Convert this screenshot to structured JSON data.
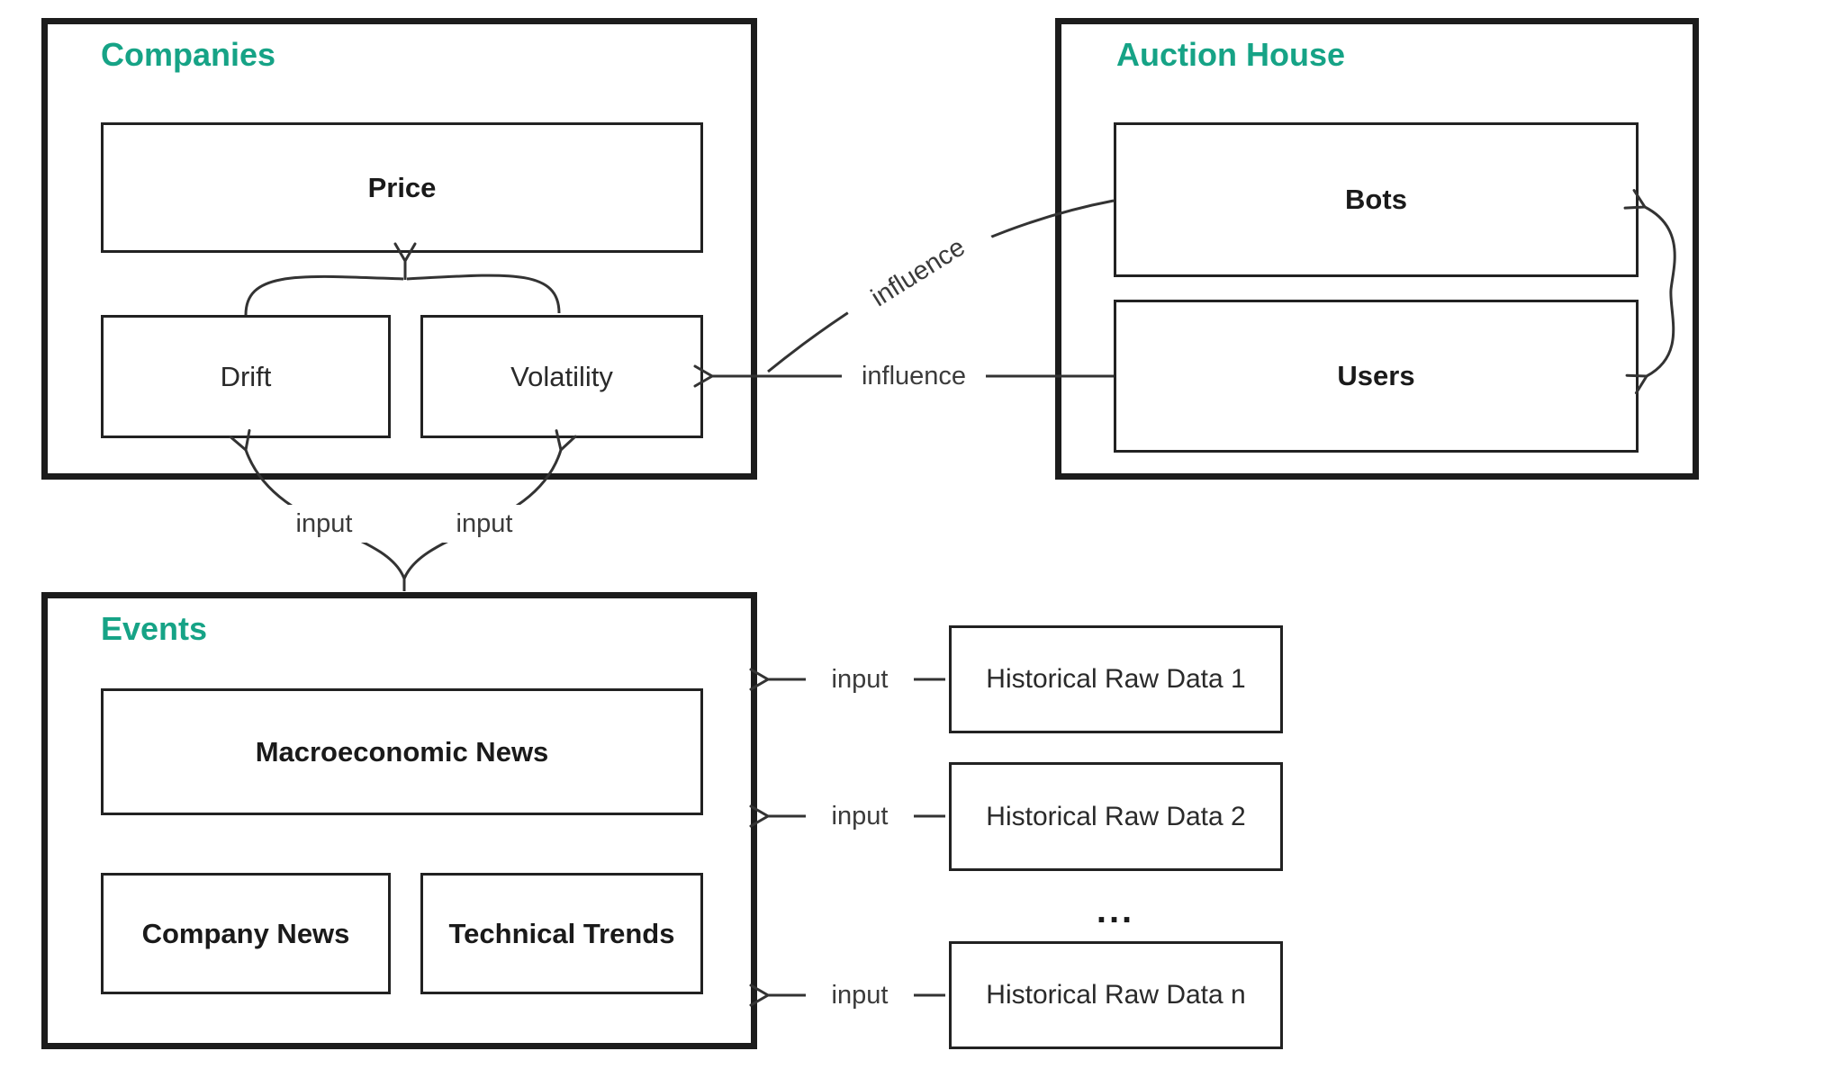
{
  "colors": {
    "accent": "#16a386",
    "line": "#333333",
    "border": "#1c1c1c",
    "edge_label_text": "#3b3b3b",
    "background": "#ffffff"
  },
  "groups": {
    "companies": {
      "title": "Companies"
    },
    "auction_house": {
      "title": "Auction House"
    },
    "events": {
      "title": "Events"
    }
  },
  "nodes": {
    "price": "Price",
    "drift": "Drift",
    "volatility": "Volatility",
    "bots": "Bots",
    "users": "Users",
    "macro_news": "Macroeconomic News",
    "company_news": "Company News",
    "technical_trends": "Technical Trends",
    "hrd1": "Historical Raw Data 1",
    "hrd2": "Historical Raw Data 2",
    "hrdn": "Historical Raw Data n",
    "ellipsis": "..."
  },
  "edge_labels": {
    "influence_bots": "influence",
    "influence_users": "influence",
    "input_drift": "input",
    "input_volatility": "input",
    "input_hrd1": "input",
    "input_hrd2": "input",
    "input_hrdn": "input"
  }
}
